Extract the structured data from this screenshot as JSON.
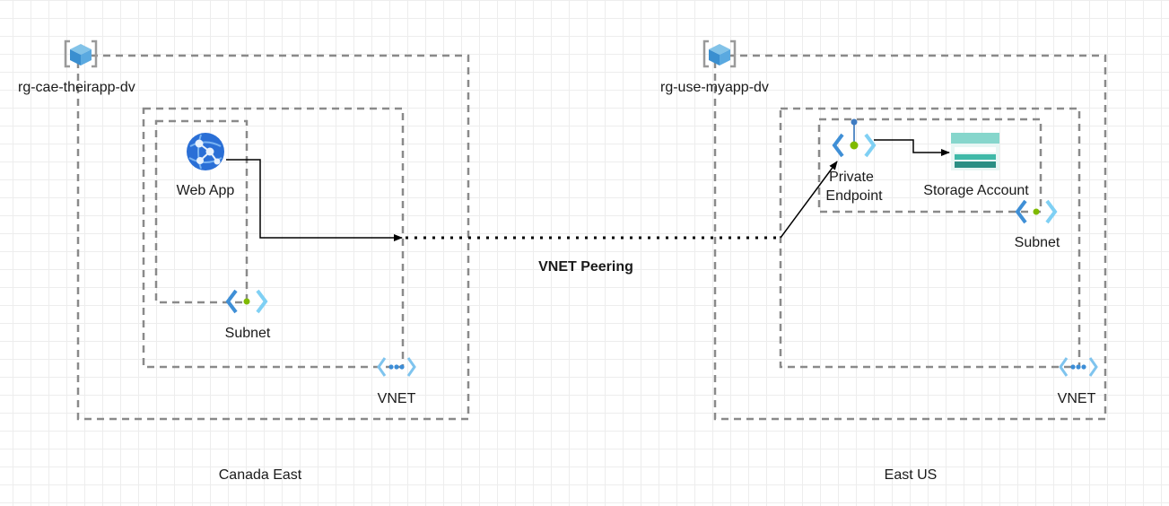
{
  "left": {
    "region": "Canada East",
    "resource_group": "rg-cae-theirapp-dv",
    "vnet": "VNET",
    "subnet": "Subnet",
    "app": "Web App"
  },
  "right": {
    "region": "East US",
    "resource_group": "rg-use-myapp-dv",
    "vnet": "VNET",
    "subnet": "Subnet",
    "endpoint_line1": "Private",
    "endpoint_line2": "Endpoint",
    "storage": "Storage Account"
  },
  "peering": "VNET Peering",
  "colors": {
    "dashed_border": "#8a8a8a",
    "azure_blue": "#1f6fd6",
    "subnet_green": "#7fba00",
    "vnet_blue": "#50b0e6",
    "storage_teal": "#3fb9a8"
  }
}
